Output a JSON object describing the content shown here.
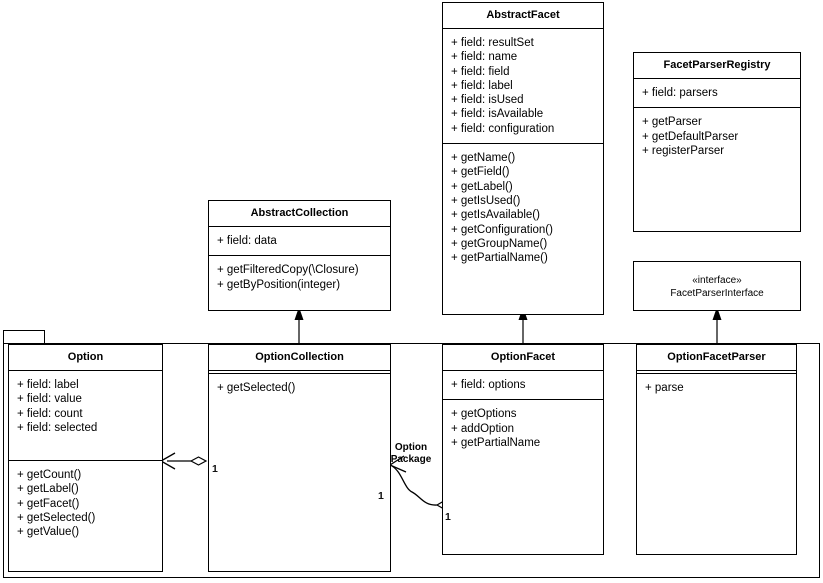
{
  "diagram": {
    "type": "uml-class-diagram",
    "background": "#ffffff",
    "line_color": "#000000",
    "text_color": "#000000"
  },
  "classes": {
    "abstract_facet": {
      "name": "AbstractFacet",
      "fields": [
        "+ field: resultSet",
        "+ field: name",
        "+ field: field",
        "+ field: label",
        "+ field: isUsed",
        "+ field: isAvailable",
        "+ field: configuration"
      ],
      "methods": [
        "+ getName()",
        "+ getField()",
        "+ getLabel()",
        "+ getIsUsed()",
        "+ getIsAvailable()",
        "+ getConfiguration()",
        "+ getGroupName()",
        "+ getPartialName()"
      ]
    },
    "facet_parser_registry": {
      "name": "FacetParserRegistry",
      "fields": [
        "+ field: parsers"
      ],
      "methods": [
        "+ getParser",
        "+ getDefaultParser",
        "+ registerParser"
      ]
    },
    "facet_parser_interface": {
      "stereotype": "«interface»",
      "name": "FacetParserInterface"
    },
    "abstract_collection": {
      "name": "AbstractCollection",
      "fields": [
        "+ field: data"
      ],
      "methods": [
        "+ getFilteredCopy(\\Closure)",
        "+ getByPosition(integer)"
      ]
    },
    "option": {
      "name": "Option",
      "fields": [
        "+ field: label",
        "+ field: value",
        "+ field: count",
        "+ field: selected"
      ],
      "methods": [
        "+ getCount()",
        "+ getLabel()",
        "+ getFacet()",
        "+ getSelected()",
        "+ getValue()"
      ]
    },
    "option_collection": {
      "name": "OptionCollection",
      "fields": [],
      "methods": [
        "+ getSelected()"
      ]
    },
    "option_facet": {
      "name": "OptionFacet",
      "fields": [
        "+ field: options"
      ],
      "methods": [
        "+ getOptions",
        "+ addOption",
        "+ getPartialName"
      ]
    },
    "option_facet_parser": {
      "name": "OptionFacetParser",
      "fields": [],
      "methods": [
        "+ parse"
      ]
    }
  },
  "package": {
    "label": ""
  },
  "relationships": {
    "generalizations": [
      {
        "from": "OptionCollection",
        "to": "AbstractCollection",
        "arrow": "solid-triangle"
      },
      {
        "from": "OptionFacet",
        "to": "AbstractFacet",
        "arrow": "solid-triangle"
      },
      {
        "from": "OptionFacetParser",
        "to": "FacetParserInterface",
        "arrow": "solid-triangle"
      }
    ],
    "aggregations": [
      {
        "whole": "OptionCollection",
        "part": "Option",
        "label": "",
        "whole_multiplicity": "1",
        "part_multiplicity": ""
      },
      {
        "whole": "OptionFacet",
        "part": "OptionCollection",
        "label_line1": "Option",
        "label_line2": "Package",
        "part_multiplicity": "1",
        "whole_multiplicity": "1"
      }
    ]
  }
}
